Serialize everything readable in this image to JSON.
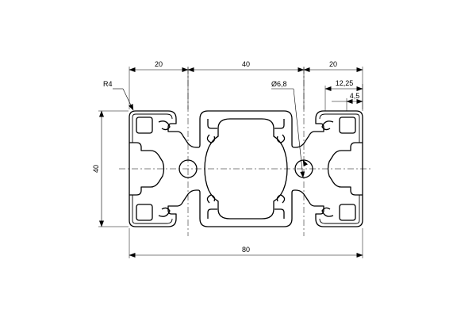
{
  "dimensions": {
    "top_left_width": "20",
    "top_center_width": "40",
    "top_right_width": "20",
    "slot_offset": "12,25",
    "slot_width": "4,5",
    "hole_diameter": "Ø6,8",
    "corner_radius": "R4",
    "height": "40",
    "total_width": "80"
  }
}
